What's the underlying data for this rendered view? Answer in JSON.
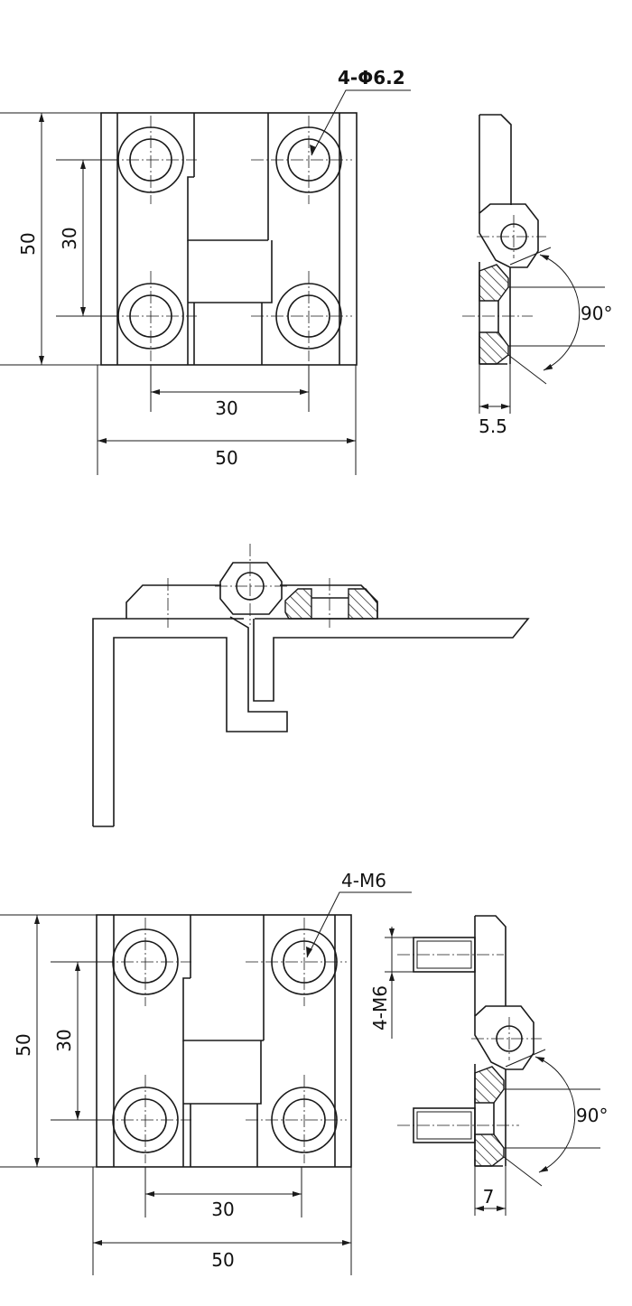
{
  "top_view": {
    "height_label": "50",
    "hole_vspacing_label": "30",
    "hole_hspacing_label": "30",
    "width_label": "50",
    "hole_callout": "4-Φ6.2"
  },
  "top_side_view": {
    "angle_label": "90°",
    "thickness_label": "5.5"
  },
  "bottom_view": {
    "height_label": "50",
    "hole_vspacing_label": "30",
    "hole_hspacing_label": "30",
    "width_label": "50",
    "thread_callout": "4-M6"
  },
  "bottom_side_view": {
    "angle_label": "90°",
    "thickness_label": "7",
    "stud_callout": "4-M6"
  }
}
